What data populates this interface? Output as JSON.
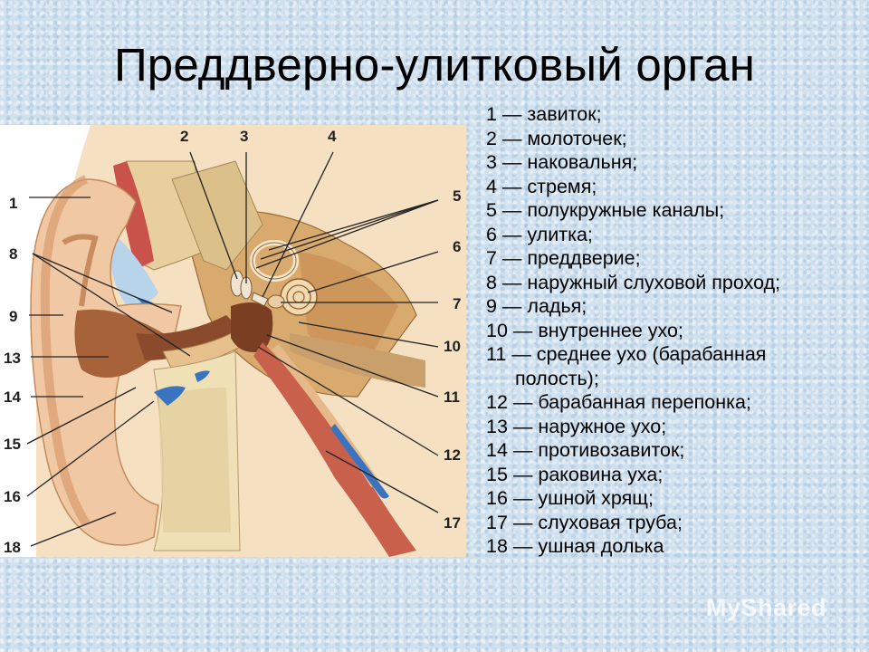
{
  "title": "Преддверно-улитковый орган",
  "figure": {
    "label_numbers": {
      "n1": "1",
      "n2": "2",
      "n3": "3",
      "n4": "4",
      "n5": "5",
      "n6": "6",
      "n7": "7",
      "n8": "8",
      "n9": "9",
      "n10": "10",
      "n11": "11",
      "n12": "12",
      "n13": "13",
      "n14": "14",
      "n15": "15",
      "n16": "16",
      "n17": "17",
      "n18": "18"
    }
  },
  "legend": [
    "1 — завиток;",
    "2 — молоточек;",
    "3 — наковальня;",
    "4 — стремя;",
    "5 — полукружные каналы;",
    "6 — улитка;",
    "7 — преддверие;",
    "8 — наружный слуховой проход;",
    "9 — ладья;",
    "10 — внутреннее ухо;",
    "11 — среднее ухо (барабанная",
    "полость);",
    "12 — барабанная перепонка;",
    "13 — наружное ухо;",
    "14 — противозавиток;",
    "15 — раковина уха;",
    "16 — ушной хрящ;",
    "17 — слуховая труба;",
    "18 — ушная долька"
  ],
  "watermark": "MyShared"
}
